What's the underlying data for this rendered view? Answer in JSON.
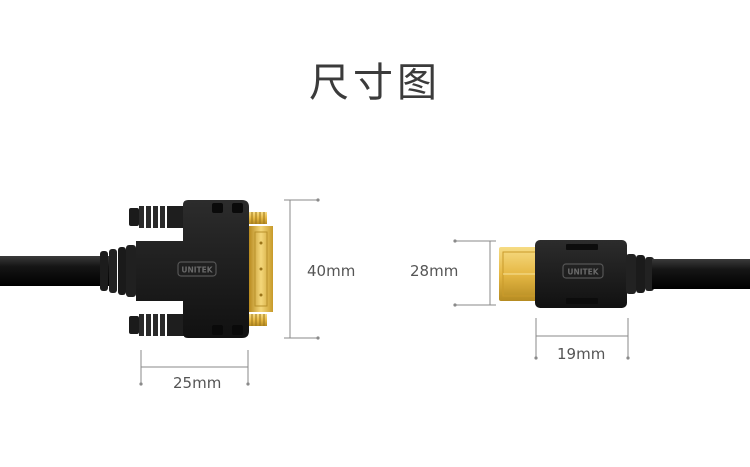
{
  "title": "尺寸图",
  "dvi_connector": {
    "height_label": "40mm",
    "width_label": "25mm",
    "logo_text": "UNITEK"
  },
  "hdmi_connector": {
    "height_label": "28mm",
    "width_label": "19mm",
    "logo_text": "UNITEK"
  },
  "colors": {
    "cable": "#111111",
    "body": "#1b1b1b",
    "gold": "#e0b94a",
    "dimension_line": "#8a8a8a",
    "text": "#555555"
  }
}
